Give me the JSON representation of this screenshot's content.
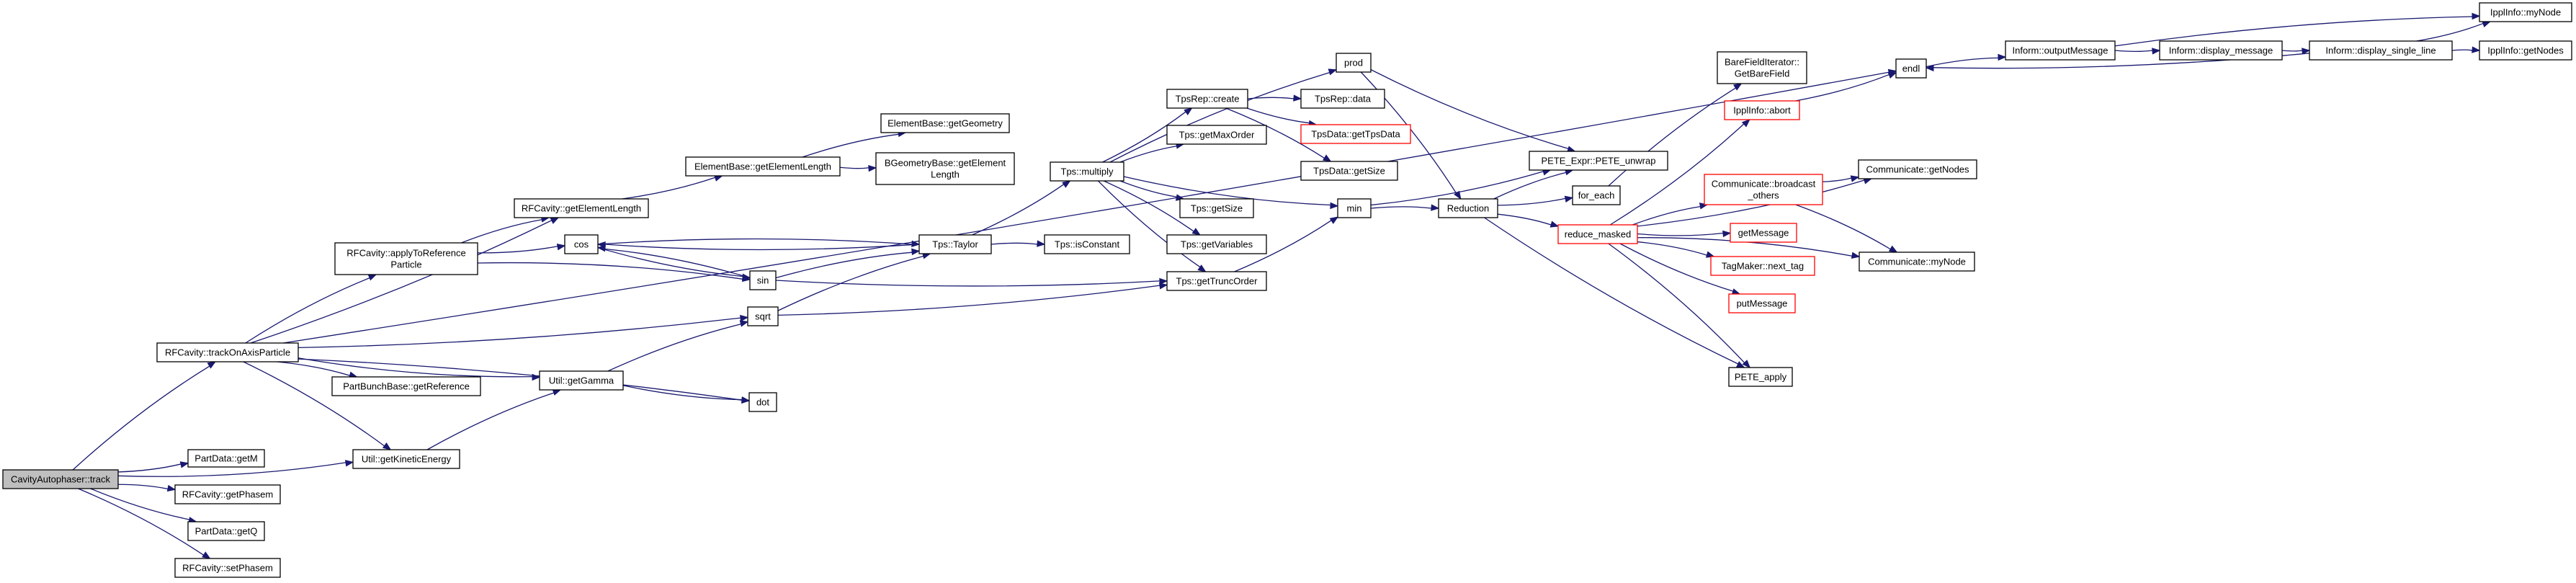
{
  "graph": {
    "colors": {
      "edge": "#191970",
      "box": "#000000",
      "red_box": "#ff0000",
      "root_fill": "#bfbfbf"
    },
    "nodes": [
      {
        "id": "root",
        "lines": [
          "CavityAutophaser::track"
        ],
        "style": "root"
      },
      {
        "id": "track_axis",
        "lines": [
          "RFCavity::trackOnAxisParticle"
        ]
      },
      {
        "id": "getM",
        "lines": [
          "PartData::getM"
        ]
      },
      {
        "id": "getPhasem",
        "lines": [
          "RFCavity::getPhasem"
        ]
      },
      {
        "id": "getQ",
        "lines": [
          "PartData::getQ"
        ]
      },
      {
        "id": "setPhasem",
        "lines": [
          "RFCavity::setPhasem"
        ]
      },
      {
        "id": "applyToRef",
        "lines": [
          "RFCavity::applyToReference",
          "Particle"
        ]
      },
      {
        "id": "rfGetElemLen",
        "lines": [
          "RFCavity::getElementLength"
        ]
      },
      {
        "id": "getReference",
        "lines": [
          "PartBunchBase::getReference"
        ]
      },
      {
        "id": "getGamma",
        "lines": [
          "Util::getGamma"
        ]
      },
      {
        "id": "getKinEnergy",
        "lines": [
          "Util::getKineticEnergy"
        ]
      },
      {
        "id": "cos",
        "lines": [
          "cos"
        ]
      },
      {
        "id": "sin",
        "lines": [
          "sin"
        ]
      },
      {
        "id": "sqrt",
        "lines": [
          "sqrt"
        ]
      },
      {
        "id": "dot",
        "lines": [
          "dot"
        ]
      },
      {
        "id": "ebGetElemLen",
        "lines": [
          "ElementBase::getElementLength"
        ]
      },
      {
        "id": "ebGetGeometry",
        "lines": [
          "ElementBase::getGeometry"
        ]
      },
      {
        "id": "bgGetElemLen",
        "lines": [
          "BGeometryBase::getElement",
          "Length"
        ]
      },
      {
        "id": "taylor",
        "lines": [
          "Tps::Taylor"
        ]
      },
      {
        "id": "isConstant",
        "lines": [
          "Tps::isConstant"
        ]
      },
      {
        "id": "multiply",
        "lines": [
          "Tps::multiply"
        ]
      },
      {
        "id": "tpsRepCreate",
        "lines": [
          "TpsRep::create"
        ]
      },
      {
        "id": "tpsRepData",
        "lines": [
          "TpsRep::data"
        ]
      },
      {
        "id": "getTpsData",
        "lines": [
          "TpsData::getTpsData"
        ],
        "style": "red"
      },
      {
        "id": "tdGetSize",
        "lines": [
          "TpsData::getSize"
        ]
      },
      {
        "id": "getMaxOrder",
        "lines": [
          "Tps::getMaxOrder"
        ]
      },
      {
        "id": "tpsGetSize",
        "lines": [
          "Tps::getSize"
        ]
      },
      {
        "id": "getVariables",
        "lines": [
          "Tps::getVariables"
        ]
      },
      {
        "id": "getTruncOrder",
        "lines": [
          "Tps::getTruncOrder"
        ]
      },
      {
        "id": "prod",
        "lines": [
          "prod"
        ]
      },
      {
        "id": "min",
        "lines": [
          "min"
        ]
      },
      {
        "id": "reduction",
        "lines": [
          "Reduction"
        ]
      },
      {
        "id": "peteUnwrap",
        "lines": [
          "PETE_Expr::PETE_unwrap"
        ]
      },
      {
        "id": "forEach",
        "lines": [
          "for_each"
        ]
      },
      {
        "id": "reduceMasked",
        "lines": [
          "reduce_masked"
        ],
        "style": "red"
      },
      {
        "id": "peteApply",
        "lines": [
          "PETE_apply"
        ]
      },
      {
        "id": "bfiGetBareField",
        "lines": [
          "BareFieldIterator::",
          "GetBareField"
        ]
      },
      {
        "id": "ipplAbort",
        "lines": [
          "IpplInfo::abort"
        ],
        "style": "red"
      },
      {
        "id": "bcastOthers",
        "lines": [
          "Communicate::broadcast",
          "_others"
        ],
        "style": "red"
      },
      {
        "id": "getMessage",
        "lines": [
          "getMessage"
        ],
        "style": "red"
      },
      {
        "id": "nextTag",
        "lines": [
          "TagMaker::next_tag"
        ],
        "style": "red"
      },
      {
        "id": "putMessage",
        "lines": [
          "putMessage"
        ],
        "style": "red"
      },
      {
        "id": "commGetNodes",
        "lines": [
          "Communicate::getNodes"
        ]
      },
      {
        "id": "commMyNode",
        "lines": [
          "Communicate::myNode"
        ]
      },
      {
        "id": "endl",
        "lines": [
          "endl"
        ]
      },
      {
        "id": "outputMessage",
        "lines": [
          "Inform::outputMessage"
        ]
      },
      {
        "id": "displayMessage",
        "lines": [
          "Inform::display_message"
        ]
      },
      {
        "id": "displaySingleLine",
        "lines": [
          "Inform::display_single_line"
        ]
      },
      {
        "id": "ipplMyNode",
        "lines": [
          "IpplInfo::myNode"
        ]
      },
      {
        "id": "ipplGetNodes",
        "lines": [
          "IpplInfo::getNodes"
        ]
      }
    ],
    "edges": [
      [
        "root",
        "track_axis"
      ],
      [
        "root",
        "getM"
      ],
      [
        "root",
        "getPhasem"
      ],
      [
        "root",
        "getQ"
      ],
      [
        "root",
        "setPhasem"
      ],
      [
        "root",
        "getKinEnergy"
      ],
      [
        "track_axis",
        "applyToRef"
      ],
      [
        "track_axis",
        "rfGetElemLen"
      ],
      [
        "track_axis",
        "getReference"
      ],
      [
        "track_axis",
        "getGamma"
      ],
      [
        "track_axis",
        "getKinEnergy"
      ],
      [
        "track_axis",
        "sqrt"
      ],
      [
        "track_axis",
        "dot"
      ],
      [
        "track_axis",
        "endl"
      ],
      [
        "applyToRef",
        "rfGetElemLen"
      ],
      [
        "applyToRef",
        "cos"
      ],
      [
        "applyToRef",
        "sin"
      ],
      [
        "rfGetElemLen",
        "ebGetElemLen"
      ],
      [
        "ebGetElemLen",
        "ebGetGeometry"
      ],
      [
        "ebGetElemLen",
        "bgGetElemLen"
      ],
      [
        "getGamma",
        "sqrt"
      ],
      [
        "getGamma",
        "dot"
      ],
      [
        "getKinEnergy",
        "getGamma"
      ],
      [
        "cos",
        "sin"
      ],
      [
        "cos",
        "taylor"
      ],
      [
        "sin",
        "cos"
      ],
      [
        "sin",
        "taylor"
      ],
      [
        "sin",
        "getTruncOrder"
      ],
      [
        "sqrt",
        "taylor"
      ],
      [
        "sqrt",
        "getTruncOrder"
      ],
      [
        "taylor",
        "isConstant"
      ],
      [
        "taylor",
        "multiply"
      ],
      [
        "taylor",
        "cos"
      ],
      [
        "multiply",
        "tpsRepCreate"
      ],
      [
        "multiply",
        "getMaxOrder"
      ],
      [
        "multiply",
        "tpsGetSize"
      ],
      [
        "multiply",
        "getVariables"
      ],
      [
        "multiply",
        "getTruncOrder"
      ],
      [
        "multiply",
        "prod"
      ],
      [
        "multiply",
        "min"
      ],
      [
        "tpsRepCreate",
        "tpsRepData"
      ],
      [
        "tpsRepCreate",
        "getTpsData"
      ],
      [
        "tpsRepCreate",
        "tdGetSize"
      ],
      [
        "getTruncOrder",
        "min"
      ],
      [
        "prod",
        "reduction"
      ],
      [
        "prod",
        "peteUnwrap"
      ],
      [
        "min",
        "reduction"
      ],
      [
        "min",
        "peteUnwrap"
      ],
      [
        "reduction",
        "peteUnwrap"
      ],
      [
        "reduction",
        "forEach"
      ],
      [
        "reduction",
        "reduceMasked"
      ],
      [
        "reduction",
        "peteApply"
      ],
      [
        "forEach",
        "bfiGetBareField"
      ],
      [
        "reduceMasked",
        "ipplAbort"
      ],
      [
        "reduceMasked",
        "bcastOthers"
      ],
      [
        "reduceMasked",
        "getMessage"
      ],
      [
        "reduceMasked",
        "nextTag"
      ],
      [
        "reduceMasked",
        "putMessage"
      ],
      [
        "reduceMasked",
        "peteApply"
      ],
      [
        "reduceMasked",
        "commGetNodes"
      ],
      [
        "reduceMasked",
        "commMyNode"
      ],
      [
        "bcastOthers",
        "commGetNodes"
      ],
      [
        "bcastOthers",
        "commMyNode"
      ],
      [
        "ipplAbort",
        "endl"
      ],
      [
        "endl",
        "outputMessage"
      ],
      [
        "outputMessage",
        "displayMessage"
      ],
      [
        "outputMessage",
        "ipplMyNode"
      ],
      [
        "displayMessage",
        "displaySingleLine"
      ],
      [
        "displaySingleLine",
        "endl"
      ],
      [
        "displaySingleLine",
        "ipplMyNode"
      ],
      [
        "displaySingleLine",
        "ipplGetNodes"
      ]
    ]
  }
}
